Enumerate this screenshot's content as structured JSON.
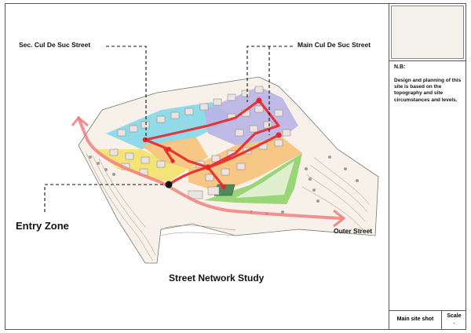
{
  "labels": {
    "sec_cul_de_suc": "Sec. Cul De Suc Street",
    "main_cul_de_suc": "Main Cul De Suc Street",
    "entry_zone": "Entry Zone",
    "outer_street": "Outer Street",
    "title": "Street Network Study"
  },
  "sidebar": {
    "nb_title": "N.B:",
    "nb_text": "Design and planning of this site is based on the topography and site circumstances and levels.",
    "footer_left": "Main site shot",
    "scale_label": "Scale",
    "scale_value": "-"
  },
  "colors": {
    "street_red": "#e8262a",
    "outer_street_pink": "#f08080",
    "cyan_zone": "#7fd6e6",
    "yellow_zone": "#f3e26a",
    "orange_zone": "#f5c27a",
    "lavender_zone": "#b9b4e6",
    "green_park": "#8fd16a"
  }
}
